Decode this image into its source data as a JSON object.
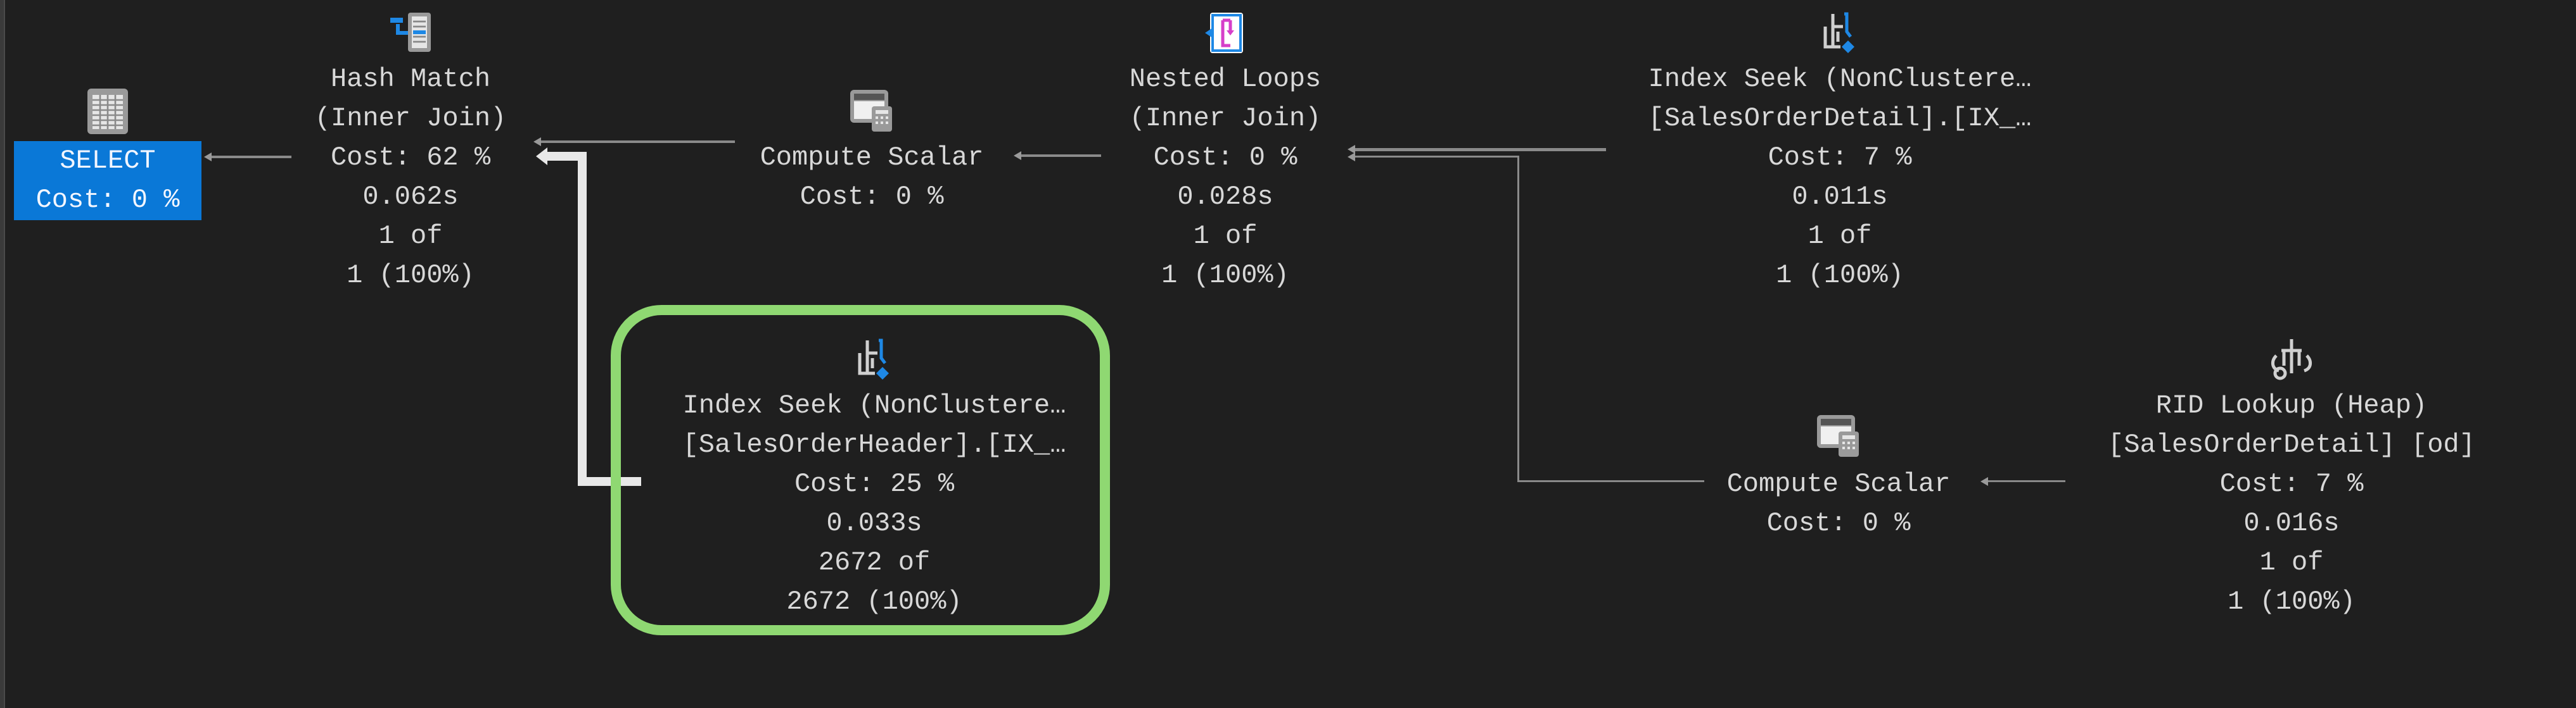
{
  "plan": {
    "nodes": [
      {
        "id": "select",
        "title": "SELECT",
        "lines": [
          "SELECT",
          "Cost: 0 %"
        ],
        "icon": "result-grid-icon",
        "selected": true
      },
      {
        "id": "hash-match",
        "lines": [
          "Hash Match",
          "(Inner Join)",
          "Cost: 62 %",
          "0.062s",
          "1 of",
          "1 (100%)"
        ],
        "icon": "hash-match-icon"
      },
      {
        "id": "compute-scalar-1",
        "lines": [
          "Compute Scalar",
          "Cost: 0 %"
        ],
        "icon": "compute-scalar-icon"
      },
      {
        "id": "nested-loops",
        "lines": [
          "Nested Loops",
          "(Inner Join)",
          "Cost: 0 %",
          "0.028s",
          "1 of",
          "1 (100%)"
        ],
        "icon": "nested-loops-icon"
      },
      {
        "id": "index-seek-sod",
        "lines": [
          "Index Seek (NonClustere…",
          "[SalesOrderDetail].[IX_…",
          "Cost: 7 %",
          "0.011s",
          "1 of",
          "1 (100%)"
        ],
        "icon": "index-seek-icon"
      },
      {
        "id": "index-seek-soh",
        "lines": [
          "Index Seek (NonClustere…",
          "[SalesOrderHeader].[IX_…",
          "Cost: 25 %",
          "0.033s",
          "2672 of",
          "2672 (100%)"
        ],
        "icon": "index-seek-icon",
        "highlighted": true
      },
      {
        "id": "compute-scalar-2",
        "lines": [
          "Compute Scalar",
          "Cost: 0 %"
        ],
        "icon": "compute-scalar-icon"
      },
      {
        "id": "rid-lookup",
        "lines": [
          "RID Lookup (Heap)",
          "[SalesOrderDetail] [od]",
          "Cost: 7 %",
          "0.016s",
          "1 of",
          "1 (100%)"
        ],
        "icon": "rid-lookup-icon"
      }
    ]
  },
  "colors": {
    "background": "#1f1f1f",
    "selection": "#0a78d7",
    "highlight": "#8fd872",
    "text": "#d8d8d8",
    "connector": "#8a8a8a"
  }
}
